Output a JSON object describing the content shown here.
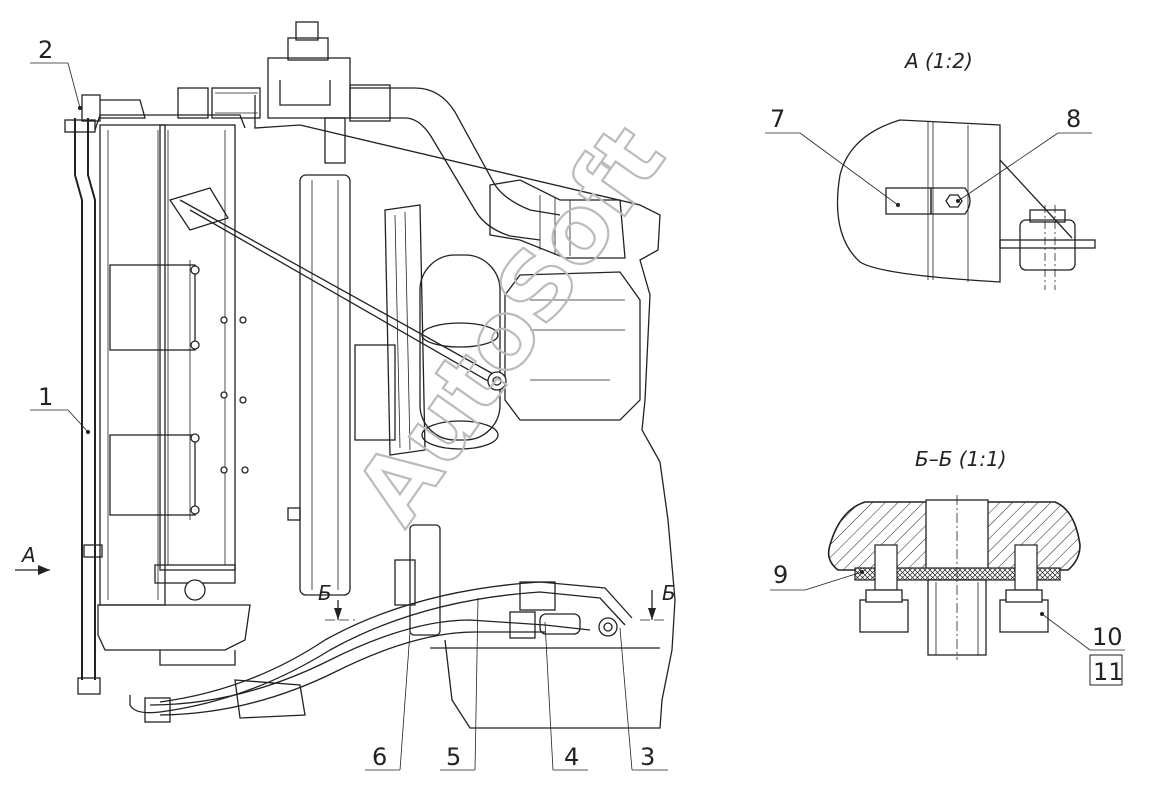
{
  "callouts": {
    "c1": "1",
    "c2": "2",
    "c3": "3",
    "c4": "4",
    "c5": "5",
    "c6": "6",
    "c7": "7",
    "c8": "8",
    "c9": "9",
    "c10": "10",
    "c11": "11"
  },
  "views": {
    "view_a_title": "A (1:2)",
    "section_title": "Б–Б (1:1)",
    "view_arrow_letter": "A",
    "section_letter_left": "Б",
    "section_letter_right": "Б"
  },
  "watermark": "AutoSoft"
}
